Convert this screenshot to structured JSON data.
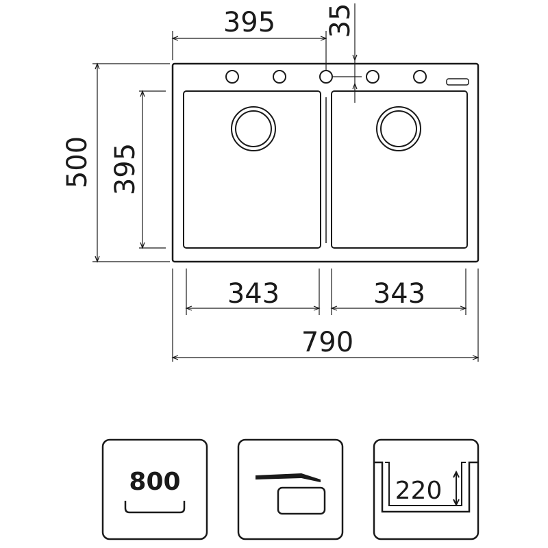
{
  "dimensions": {
    "top_width": "395",
    "tap_offset": "35",
    "overall_depth": "500",
    "bowl_depth": "395",
    "left_bowl_width": "343",
    "right_bowl_width": "343",
    "overall_width": "790"
  },
  "icons": {
    "cabinet_width": "800",
    "bowl_depth": "220"
  },
  "colors": {
    "line": "#1a1a1a",
    "background": "#ffffff"
  }
}
